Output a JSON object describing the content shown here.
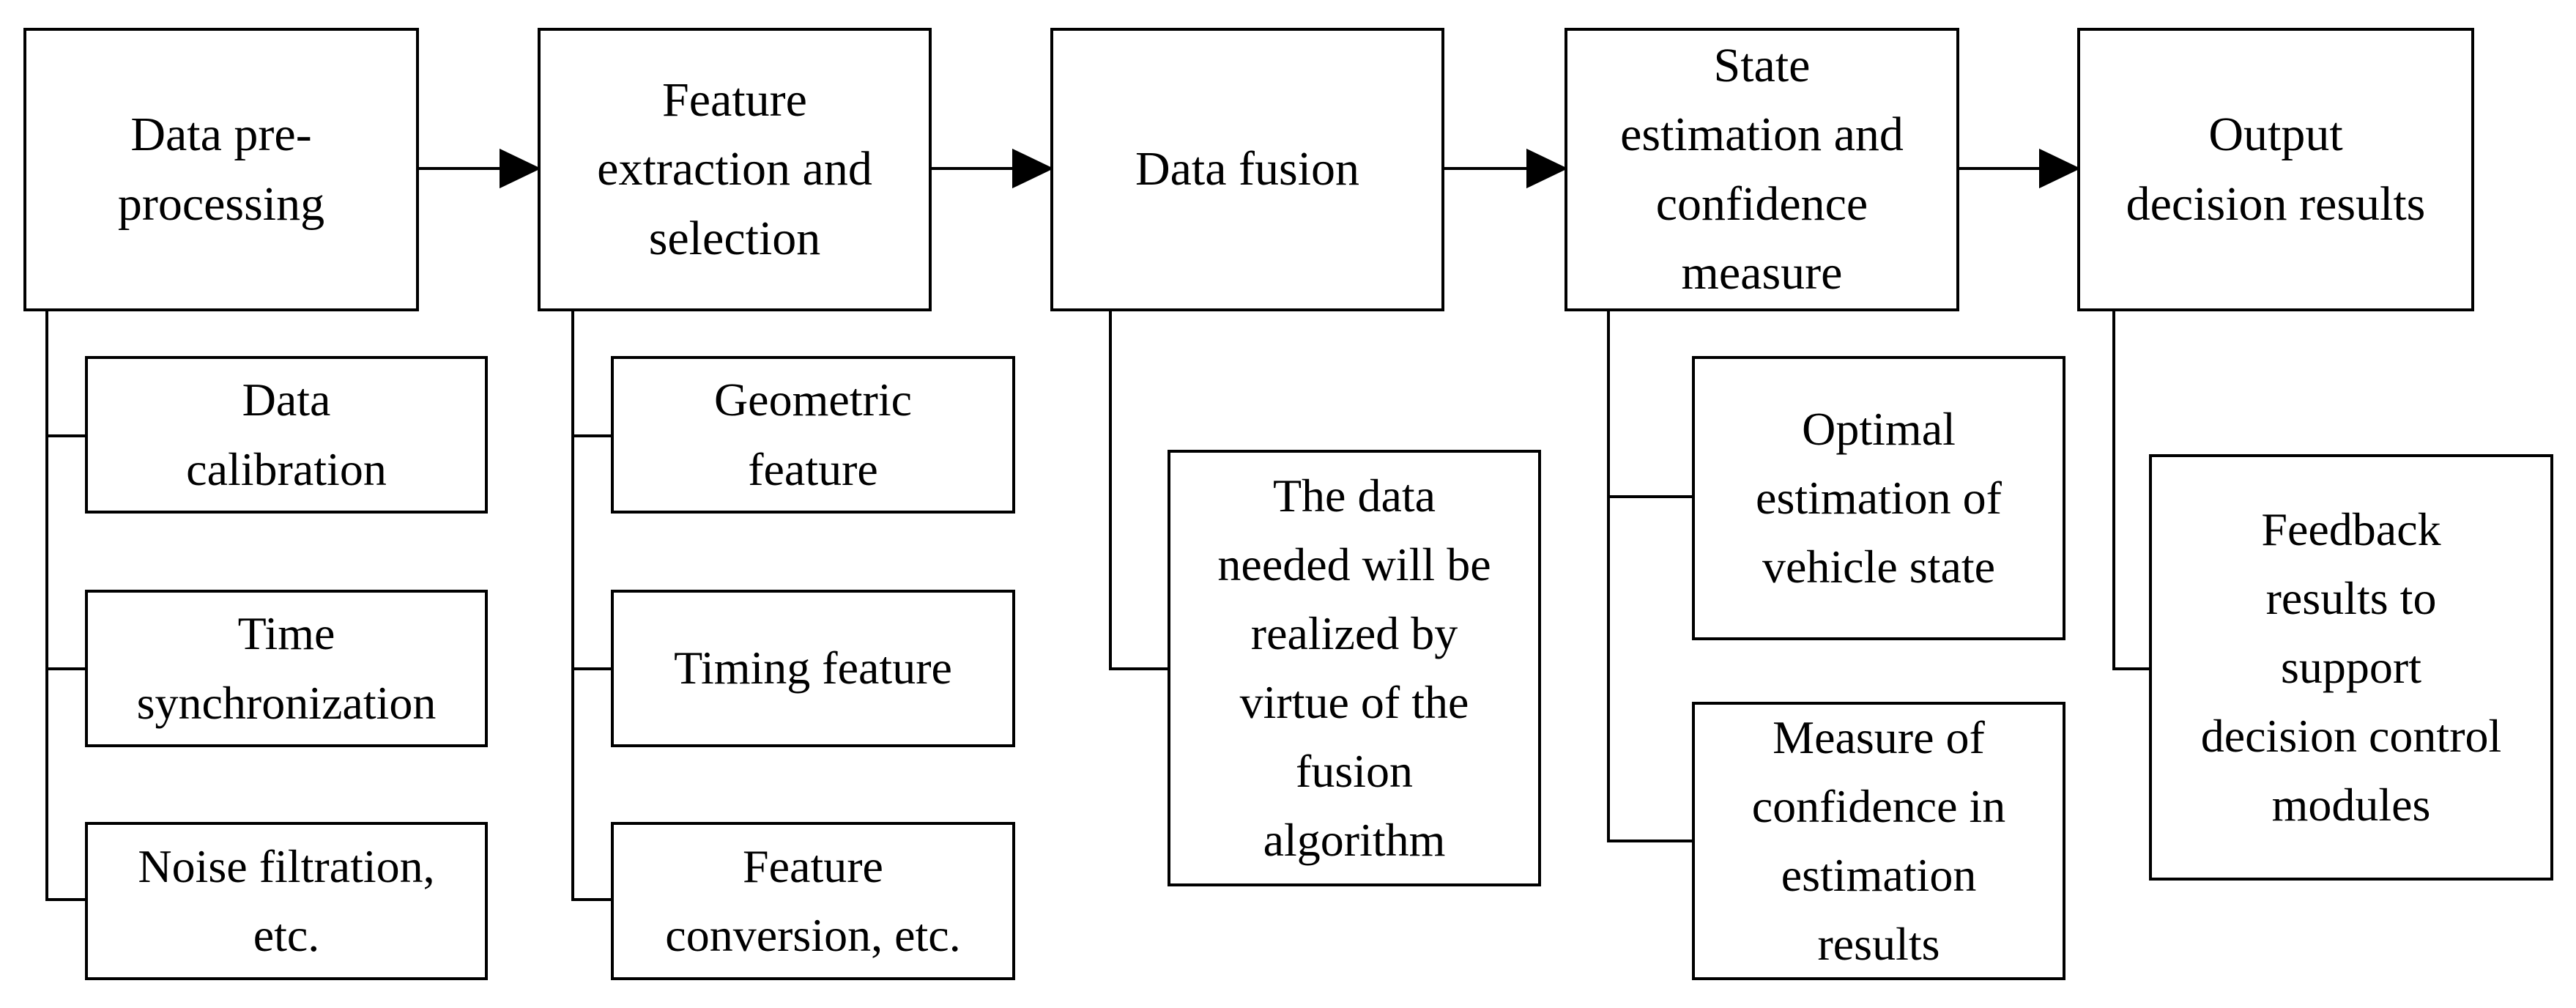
{
  "stages": [
    {
      "label": "Data pre-\nprocessing",
      "sub": [
        "Data\ncalibration",
        "Time\nsynchronization",
        "Noise filtration,\netc."
      ]
    },
    {
      "label": "Feature\nextraction and\nselection",
      "sub": [
        "Geometric\nfeature",
        "Timing feature",
        "Feature\nconversion, etc."
      ]
    },
    {
      "label": "Data fusion",
      "sub": [
        "The data\nneeded will be\nrealized by\nvirtue of the\nfusion\nalgorithm"
      ]
    },
    {
      "label": "State\nestimation and\nconfidence\nmeasure",
      "sub": [
        "Optimal\nestimation of\nvehicle state",
        "Measure of\nconfidence in\nestimation\nresults"
      ]
    },
    {
      "label": "Output\ndecision results",
      "sub": [
        "Feedback\nresults to\nsupport\ndecision control\nmodules"
      ]
    }
  ]
}
